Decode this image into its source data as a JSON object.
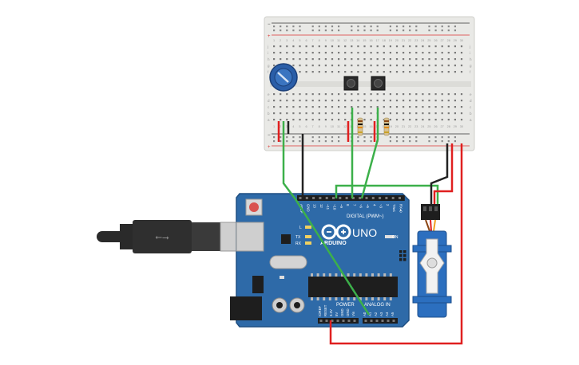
{
  "board": {
    "brand": "ARDUINO",
    "model": "UNO",
    "digital_label": "DIGITAL (PWM~)",
    "power_label": "POWER",
    "analog_label": "ANALOG IN",
    "on_label": "ON",
    "tx_label": "TX",
    "rx_label": "RX",
    "l_label": "L",
    "digital_pins": [
      "AREF",
      "GND",
      "13",
      "12",
      "~11",
      "~10",
      "~9",
      "8",
      "7",
      "~6",
      "~5",
      "4",
      "~3",
      "2",
      "TX▸1",
      "RX◂0"
    ],
    "power_pins": [
      "IOREF",
      "RESET",
      "3.3V",
      "5V",
      "GND",
      "GND",
      "Vin"
    ],
    "analog_pins": [
      "A0",
      "A1",
      "A2",
      "A3",
      "A4",
      "A5"
    ]
  },
  "breadboard": {
    "top_rows": [
      "j",
      "i",
      "h",
      "g",
      "f"
    ],
    "bottom_rows": [
      "e",
      "d",
      "c",
      "b",
      "a"
    ],
    "columns": [
      "1",
      "2",
      "3",
      "4",
      "5",
      "6",
      "7",
      "8",
      "9",
      "10",
      "11",
      "12",
      "13",
      "14",
      "15",
      "16",
      "17",
      "18",
      "19",
      "20",
      "21",
      "22",
      "23",
      "24",
      "25",
      "26",
      "27",
      "28",
      "29",
      "30"
    ],
    "rail_minus": "−",
    "rail_plus": "+"
  },
  "colors": {
    "board_blue": "#2e6aa8",
    "wire_green": "#3cb04a",
    "wire_red": "#e02020",
    "wire_black": "#222222",
    "pot_blue": "#2a5ea8"
  }
}
